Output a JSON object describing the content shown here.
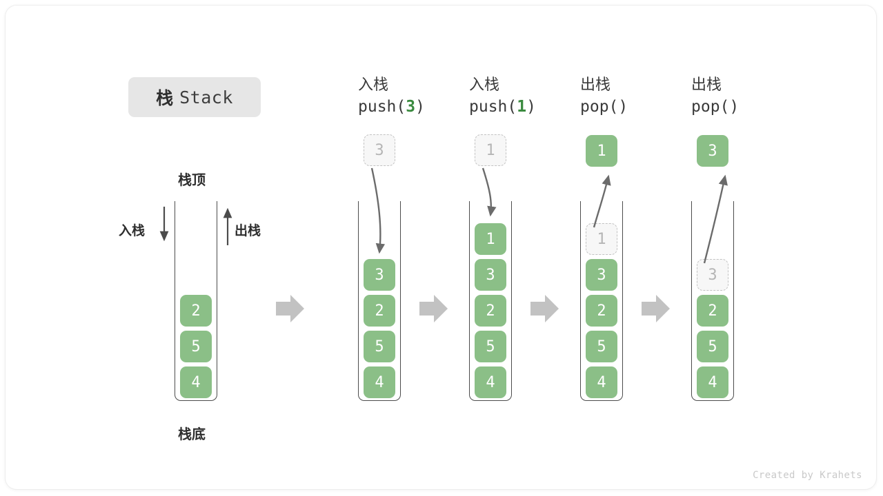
{
  "title": {
    "cn": "栈",
    "en": "Stack"
  },
  "base_stack": {
    "top_label": "栈顶",
    "bottom_label": "栈底",
    "push_label": "入栈",
    "pop_label": "出栈",
    "cells": [
      "4",
      "5",
      "2"
    ]
  },
  "steps": [
    {
      "op_cn": "入栈",
      "code_prefix": "push(",
      "code_arg": "3",
      "code_suffix": ")",
      "kind": "push",
      "float_value": "3",
      "float_style": "ghost",
      "cells": [
        "4",
        "5",
        "2",
        "3"
      ],
      "ghost_index": -1
    },
    {
      "op_cn": "入栈",
      "code_prefix": "push(",
      "code_arg": "1",
      "code_suffix": ")",
      "kind": "push",
      "float_value": "1",
      "float_style": "ghost",
      "cells": [
        "4",
        "5",
        "2",
        "3",
        "1"
      ],
      "ghost_index": -1
    },
    {
      "op_cn": "出栈",
      "code_prefix": "pop(",
      "code_arg": "",
      "code_suffix": ")",
      "kind": "pop",
      "float_value": "1",
      "float_style": "solid",
      "cells": [
        "4",
        "5",
        "2",
        "3",
        "1"
      ],
      "ghost_index": 4
    },
    {
      "op_cn": "出栈",
      "code_prefix": "pop(",
      "code_arg": "",
      "code_suffix": ")",
      "kind": "pop",
      "float_value": "3",
      "float_style": "solid",
      "cells": [
        "4",
        "5",
        "2",
        "3"
      ],
      "ghost_index": 3
    }
  ],
  "colors": {
    "green": "#8bbf87",
    "green_text": "#3a8a3f",
    "ghost_fill": "#f7f7f7",
    "ghost_border": "#c2c2c2",
    "arrow_gray": "#c2c2c2",
    "stroke_dark": "#4b4b4b",
    "badge_bg": "#e6e6e6"
  },
  "footer": "Created by Krahets"
}
